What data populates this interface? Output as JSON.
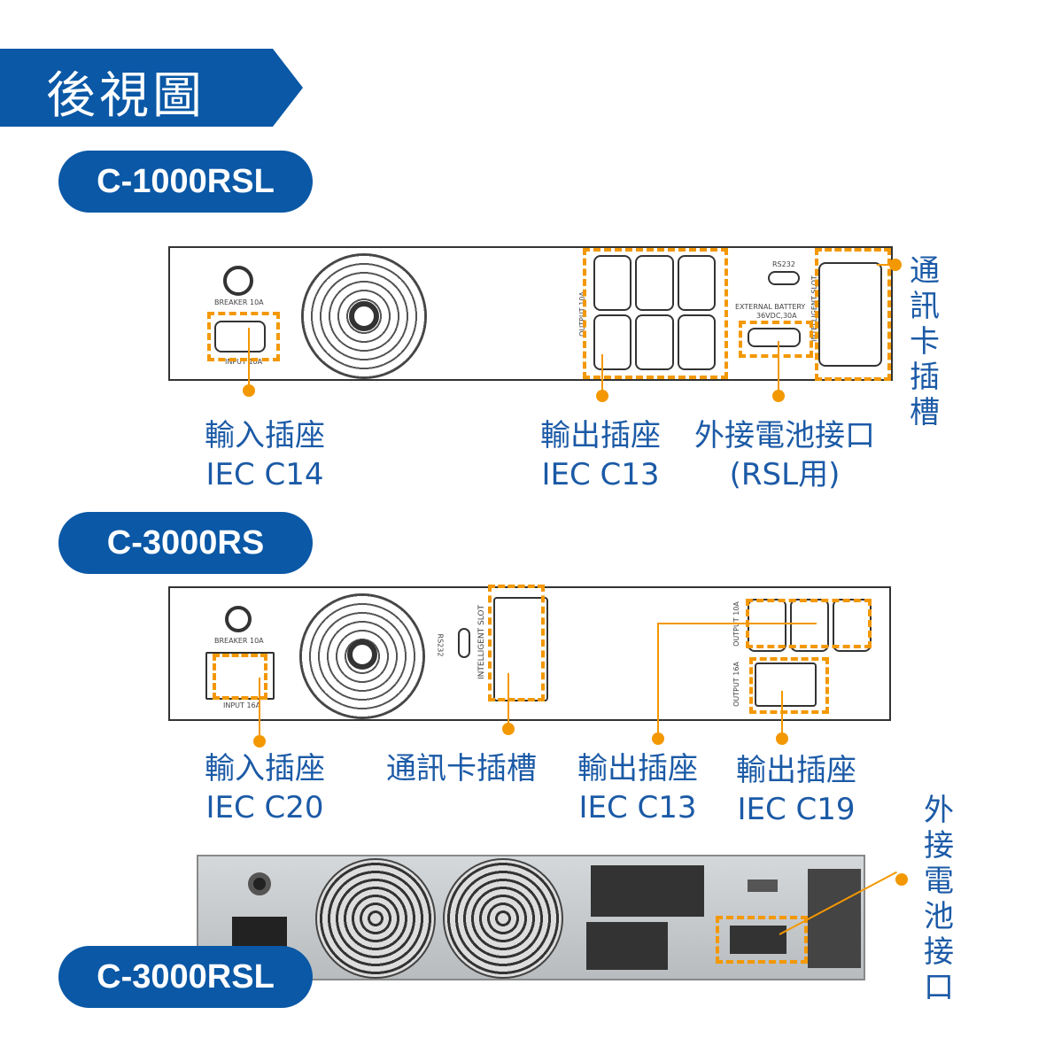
{
  "title": "後視圖",
  "models": [
    "C-1000RSL",
    "C-3000RS",
    "C-3000RSL"
  ],
  "panel1": {
    "device_text": {
      "breaker": "BREAKER 10A",
      "input": "INPUT 10A",
      "output": "OUTPUT 10A",
      "rs232": "RS232",
      "ext_battery": "EXTERNAL BATTERY",
      "battery_rating": "36VDC,30A",
      "slot": "INTELLIGENT SLOT"
    },
    "labels": {
      "input": [
        "輸入插座",
        "IEC C14"
      ],
      "output": [
        "輸出插座",
        "IEC C13"
      ],
      "battery": [
        "外接電池接口",
        "(RSL用)"
      ],
      "card_slot": "通訊卡插槽"
    }
  },
  "panel2": {
    "device_text": {
      "breaker": "BREAKER 10A",
      "input": "INPUT 16A",
      "output10": "OUTPUT 10A",
      "output16": "OUTPUT 16A",
      "rs232": "RS232",
      "slot": "INTELLIGENT SLOT"
    },
    "labels": {
      "input": [
        "輸入插座",
        "IEC C20"
      ],
      "card_slot": "通訊卡插槽",
      "output_c13": [
        "輸出插座",
        "IEC C13"
      ],
      "output_c19": [
        "輸出插座",
        "IEC C19"
      ]
    }
  },
  "panel3": {
    "labels": {
      "battery": "外接電池接口"
    }
  },
  "colors": {
    "brand_blue": "#0a58a6",
    "highlight_orange": "#f39800",
    "label_blue": "#1b5aa6"
  }
}
